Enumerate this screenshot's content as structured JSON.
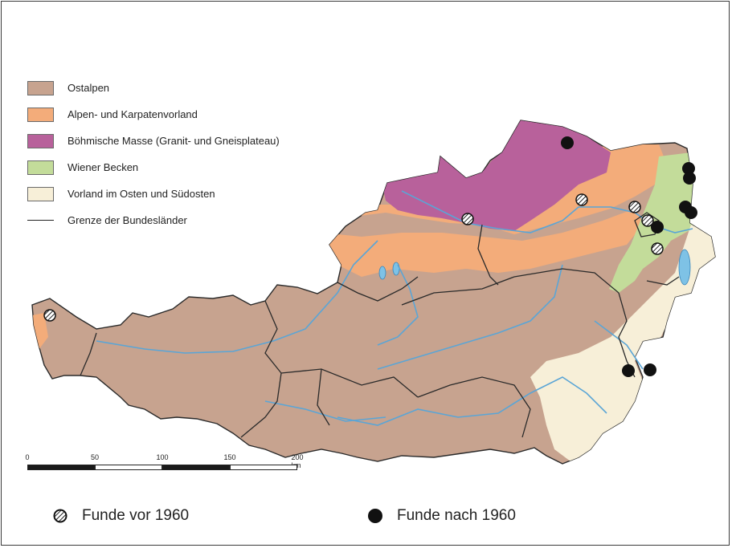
{
  "legend": {
    "items": [
      {
        "label": "Ostalpen",
        "color": "#c7a38f"
      },
      {
        "label": "Alpen- und Karpatenvorland",
        "color": "#f3ac7a"
      },
      {
        "label": "Böhmische Masse (Granit- und Gneisplateau)",
        "color": "#b8619b"
      },
      {
        "label": "Wiener Becken",
        "color": "#c3dc9a"
      },
      {
        "label": "Vorland im Osten und Südosten",
        "color": "#f7efd8"
      }
    ],
    "boundary_label": "Grenze der Bundesländer"
  },
  "scale": {
    "ticks": [
      "0",
      "50",
      "100",
      "150",
      "200 km"
    ]
  },
  "finds": {
    "before_label": "Funde vor 1960",
    "after_label": "Funde nach 1960"
  },
  "colors": {
    "river": "#5aa5d6",
    "boundary": "#2a2a2a",
    "marker_dark": "#111111"
  },
  "icons": {
    "before_symbol": "hatched-circle-icon",
    "after_symbol": "filled-circle-icon"
  }
}
